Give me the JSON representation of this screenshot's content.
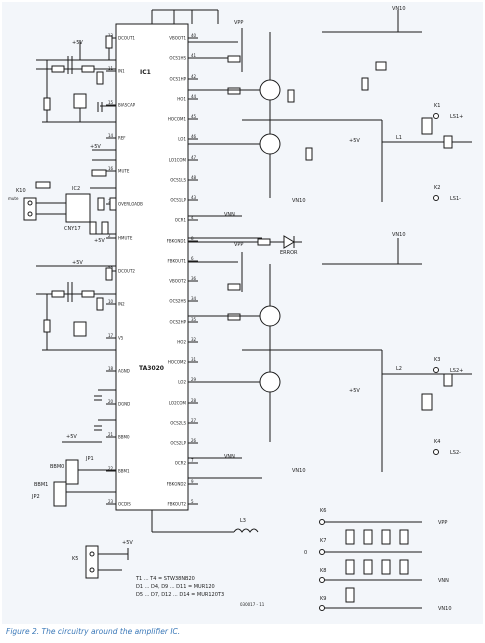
{
  "ic1": {
    "name": "IC1",
    "part": "TA3020",
    "pins_left": [
      {
        "num": "13",
        "label": "DCOUT1"
      },
      {
        "num": "11",
        "label": "IN1"
      },
      {
        "num": "15",
        "label": "BIASCAP"
      },
      {
        "num": "14",
        "label": "REF"
      },
      {
        "num": "16",
        "label": "MUTE"
      },
      {
        "num": "3",
        "label": "OVERLOADB"
      },
      {
        "num": "2",
        "label": "HMUTE"
      },
      {
        "num": "12",
        "label": "DCOUT2"
      },
      {
        "num": "10",
        "label": "IN2"
      },
      {
        "num": "17",
        "label": "V5"
      },
      {
        "num": "18",
        "label": "AGND"
      },
      {
        "num": "20",
        "label": "DGND"
      },
      {
        "num": "21",
        "label": "BBM0"
      },
      {
        "num": "22",
        "label": "BBM1"
      },
      {
        "num": "23",
        "label": "OCDIS"
      }
    ],
    "pins_right": [
      {
        "num": "40",
        "label": "VBOOT1"
      },
      {
        "num": "41",
        "label": "OCS1HS"
      },
      {
        "num": "42",
        "label": "OCS1HP"
      },
      {
        "num": "44",
        "label": "HO1"
      },
      {
        "num": "45",
        "label": "HOCOM1"
      },
      {
        "num": "46",
        "label": "LO1"
      },
      {
        "num": "47",
        "label": "LO1COM"
      },
      {
        "num": "48",
        "label": "OCS1LS"
      },
      {
        "num": "43",
        "label": "OCS1LP"
      },
      {
        "num": "4",
        "label": "OCR1"
      },
      {
        "num": "8",
        "label": "FBKGND1"
      },
      {
        "num": "6",
        "label": "FBKOUT1"
      },
      {
        "num": "36",
        "label": "VBOOT2"
      },
      {
        "num": "34",
        "label": "OCS2HS"
      },
      {
        "num": "35",
        "label": "OCS2HP"
      },
      {
        "num": "32",
        "label": "HO2"
      },
      {
        "num": "31",
        "label": "HOCOM2"
      },
      {
        "num": "29",
        "label": "LO2"
      },
      {
        "num": "28",
        "label": "LO2COM"
      },
      {
        "num": "27",
        "label": "OCS2LS"
      },
      {
        "num": "26",
        "label": "OCS2LP"
      },
      {
        "num": "7",
        "label": "OCR2"
      },
      {
        "num": "9",
        "label": "FBKGND2"
      },
      {
        "num": "5",
        "label": "FBKOUT2"
      }
    ]
  },
  "supply_labels": {
    "vpp": "VPP",
    "vnn": "VNN",
    "vn10": "VN10",
    "plus5": "+5V"
  },
  "outputs": [
    {
      "conn": "K1",
      "label": "LS1+"
    },
    {
      "conn": "K2",
      "label": "LS1-"
    },
    {
      "conn": "K3",
      "label": "LS2+"
    },
    {
      "conn": "K4",
      "label": "LS2-"
    }
  ],
  "power_connectors": [
    {
      "conn": "K6",
      "net": "VPP"
    },
    {
      "conn": "K7",
      "net": "0"
    },
    {
      "conn": "K8",
      "net": "VNN"
    },
    {
      "conn": "K9",
      "net": "VN10"
    }
  ],
  "misc_labels": {
    "mute": "mute",
    "k10": "K10",
    "ic2": "IC2",
    "cny17": "CNY17",
    "error": "ERROR",
    "k5": "K5",
    "jp1": "JP1",
    "jp2": "JP2",
    "bbm0": "BBM0",
    "bbm1": "BBM1",
    "l1": "L1",
    "l2": "L2",
    "l3": "L3"
  },
  "legend": [
    "T1 ... T4 = STW38NB20",
    "D1 ... D4, D9 ... D11 = MUR120",
    "D5 ... D7, D12 ... D14 = MUR120T3"
  ],
  "figure_id": "030017 - 11",
  "caption": "Figure 2. The circuitry around the amplifier IC."
}
